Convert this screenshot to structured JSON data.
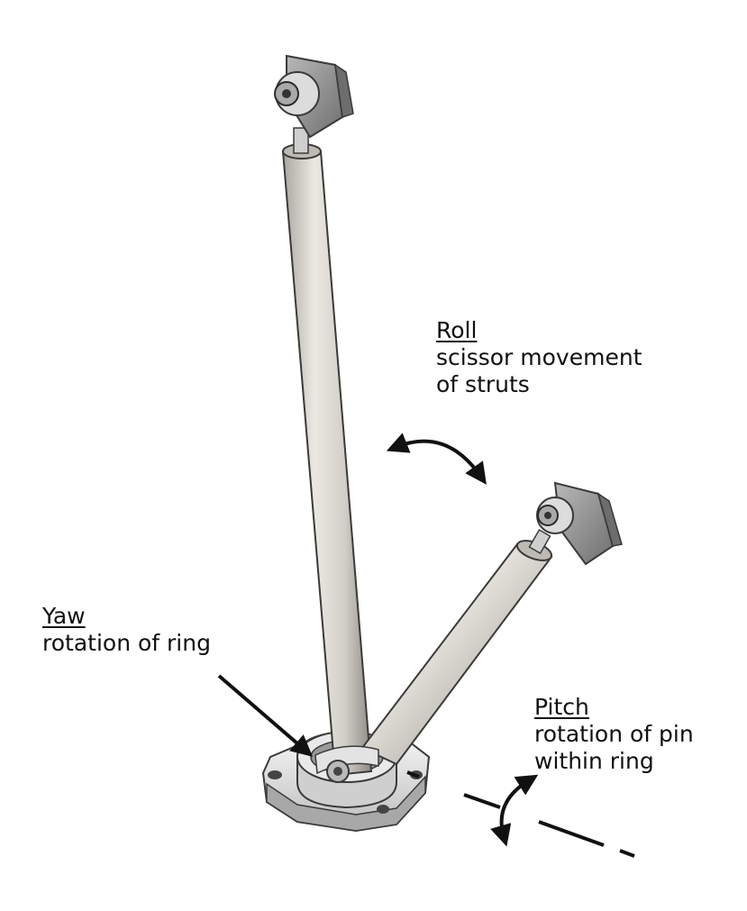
{
  "labels": {
    "roll": {
      "heading": "Roll",
      "lines": [
        "scissor movement",
        "of struts"
      ]
    },
    "yaw": {
      "heading": "Yaw",
      "lines": [
        "rotation of ring"
      ]
    },
    "pitch": {
      "heading": "Pitch",
      "lines": [
        "rotation of pin",
        "within ring"
      ]
    }
  },
  "colors": {
    "background": "#ffffff",
    "strut_fill": "#d6d3cc",
    "metal_outline": "#3a3a3a",
    "bracket_fill": "#8f8f8f",
    "arrow": "#111111"
  }
}
